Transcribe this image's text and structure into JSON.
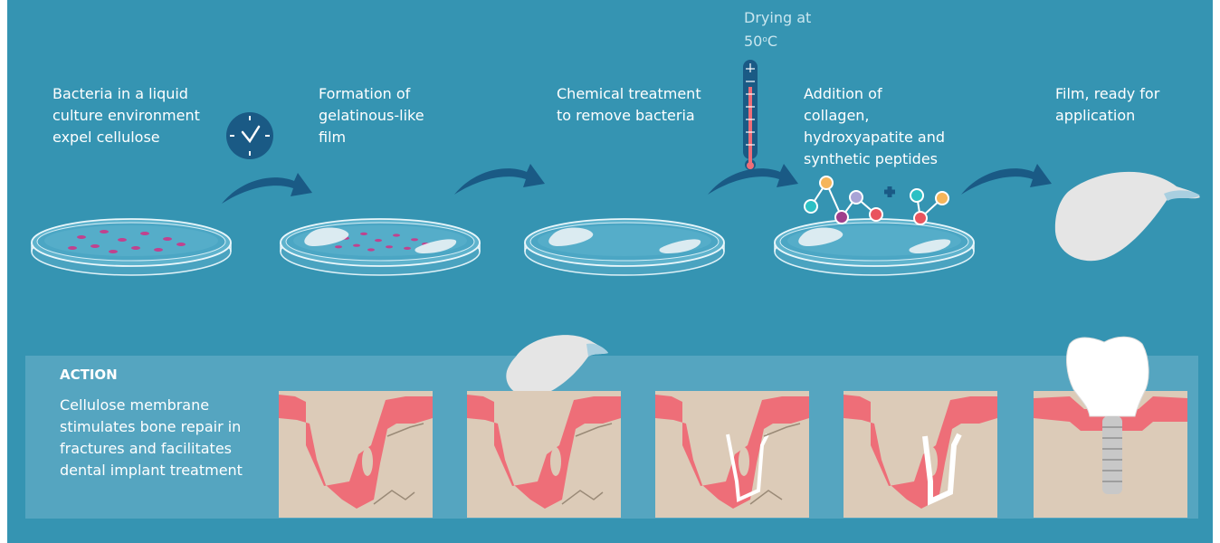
{
  "steps": [
    {
      "label": "Bacteria in a liquid\nculture environment\nexpel cellulose"
    },
    {
      "label": "Formation of\ngelatinous-like\nfilm"
    },
    {
      "label": "Chemical treatment\nto remove bacteria"
    },
    {
      "label": "Addition of\ncollagen,\nhydroxyapatite and\nsynthetic peptides"
    },
    {
      "label": "Film, ready for\napplication"
    }
  ],
  "drying": {
    "line1": "Drying at",
    "value": "50",
    "unit_sup": "o",
    "unit": "C"
  },
  "action": {
    "title": "ACTION",
    "text": "Cellulose membrane stimulates bone repair in fractures and facilitates dental implant treatment"
  },
  "colors": {
    "background": "#3594b2",
    "arrow": "#1a5a85",
    "gum": "#ee6e78",
    "bone": "#dccbb8",
    "bacteria": "#c0428e",
    "membrane": "#e5e5e5"
  }
}
